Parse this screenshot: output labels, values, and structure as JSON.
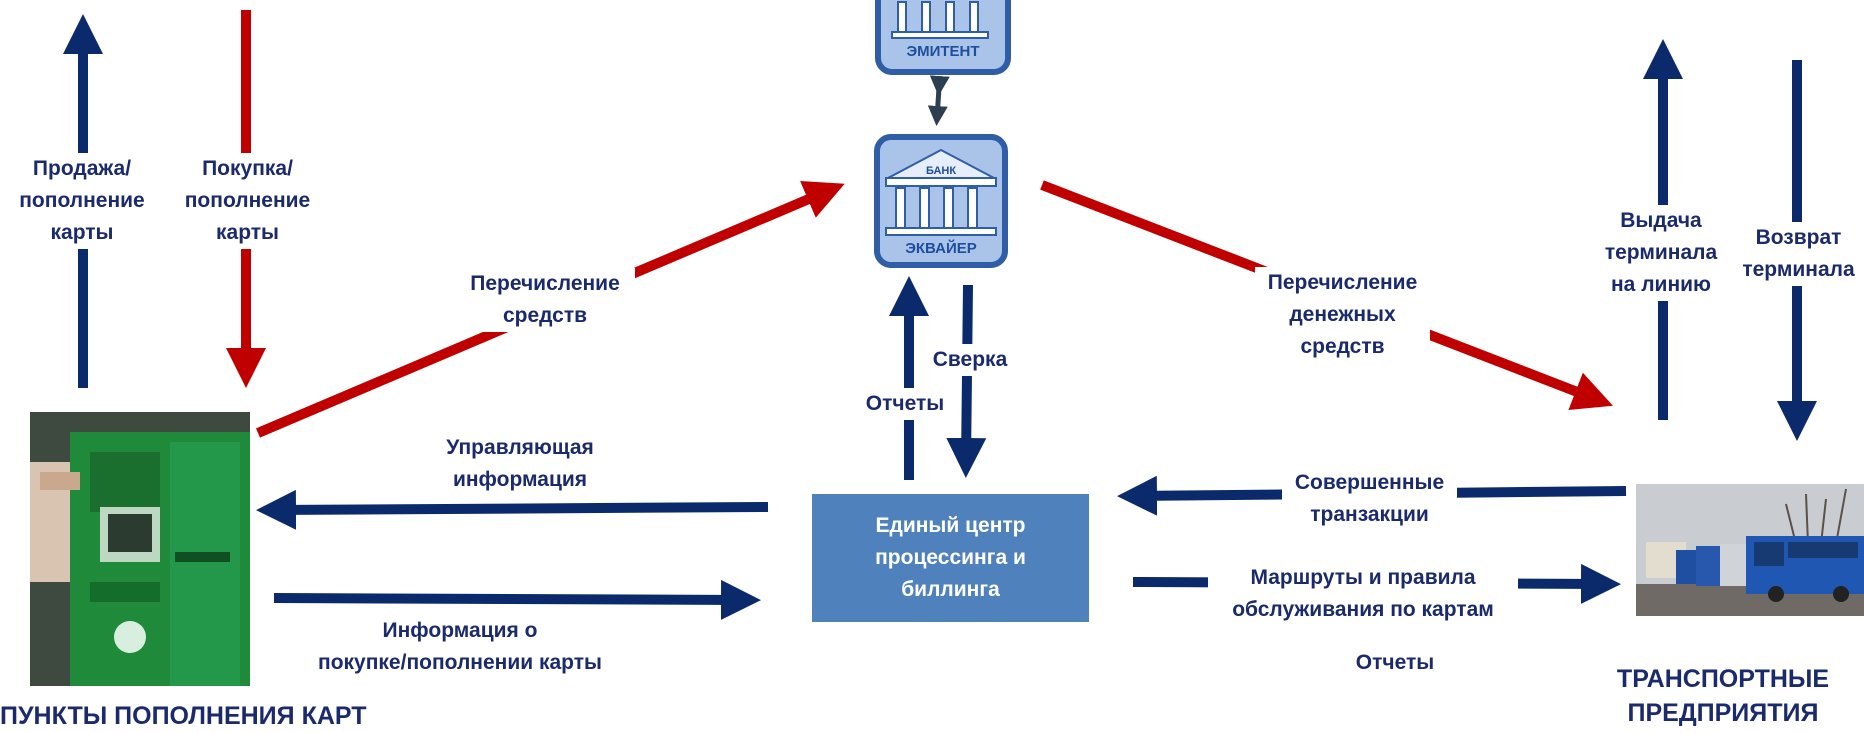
{
  "colors": {
    "navy": "#0b2a6b",
    "red": "#c00000",
    "box": "#4f81bd",
    "bank_bg": "#a9c4e8",
    "bank_border": "#2f5ea7"
  },
  "banks": {
    "issuer": {
      "label": "ЭМИТЕНТ",
      "icon": "bank-building-icon"
    },
    "acquirer": {
      "top_label": "БАНК",
      "label": "ЭКВАЙЕР",
      "icon": "bank-building-icon"
    }
  },
  "center": {
    "line1": "Единый центр",
    "line2": "процессинга и",
    "line3": "биллинга"
  },
  "headings": {
    "points": "ПУНКТЫ ПОПОЛНЕНИЯ КАРТ",
    "transport_line1": "ТРАНСПОРТНЫЕ",
    "transport_line2": "ПРЕДПРИЯТИЯ"
  },
  "labels": {
    "sale": [
      "Продажа/",
      "пополнение",
      "карты"
    ],
    "purchase": [
      "Покупка/",
      "пополнение",
      "карты"
    ],
    "transfer_funds": [
      "Перечисление",
      "средств"
    ],
    "transfer_money": [
      "Перечисление",
      "денежных",
      "средств"
    ],
    "terminal_issue": [
      "Выдача",
      "терминала",
      "на линию"
    ],
    "terminal_return": [
      "Возврат",
      "терминала"
    ],
    "reconciliation": "Сверка",
    "reports_bank": "Отчеты",
    "control_info": [
      "Управляющая",
      "информация"
    ],
    "purchase_info": [
      "Информация  о",
      "покупке/пополнении карты"
    ],
    "transactions": [
      "Совершенные",
      "транзакции"
    ],
    "routes": [
      "Маршруты и правила",
      "обслуживания по картам"
    ],
    "reports_transport": "Отчеты"
  },
  "photos": {
    "atm": "card-top-up-terminal-photo",
    "buses": "city-buses-photo"
  }
}
